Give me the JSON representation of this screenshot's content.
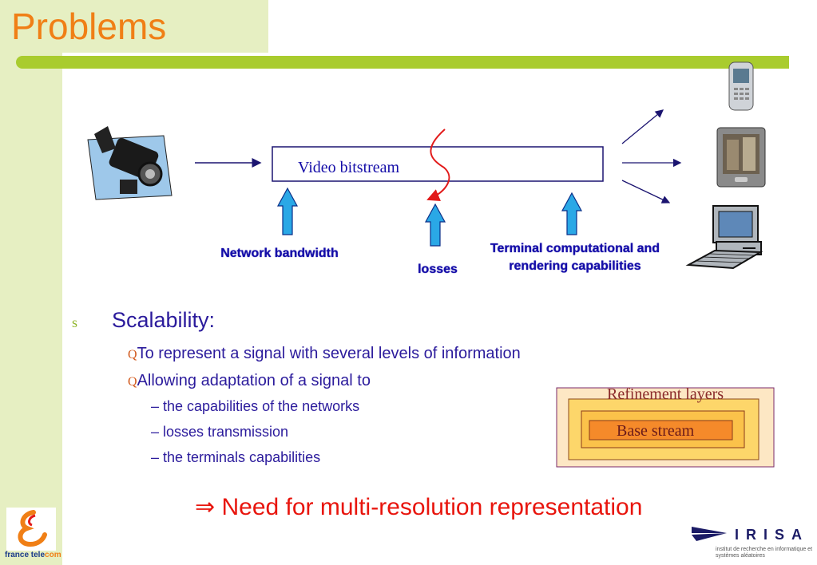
{
  "slide": {
    "title": "Problems"
  },
  "diagram": {
    "bitstream_label": "Video bitstream",
    "labels": {
      "bandwidth": "Network bandwidth",
      "losses": "losses",
      "terminal": "Terminal computational and rendering capabilities"
    },
    "icons": [
      "video-camera-icon",
      "mobile-phone-icon",
      "pda-icon",
      "desktop-computer-icon"
    ]
  },
  "content": {
    "main_bullet_glyph": "s",
    "main_bullet": "Scalability:",
    "sub_bullet_glyph": "Q",
    "sub_items": [
      "To represent a signal with several levels of information",
      "Allowing adaptation of a signal to"
    ],
    "dash_items": [
      "the capabilities of the networks",
      "losses transmission",
      "the terminals capabilities"
    ],
    "conclusion_arrow": "⇒",
    "conclusion": "Need for multi-resolution representation"
  },
  "layers": {
    "refinement": "Refinement layers",
    "base": "Base stream"
  },
  "logos": {
    "france_telecom_a": "france tele",
    "france_telecom_b": "com",
    "irisa": "IRISA",
    "irisa_subtitle": "institut de recherche en informatique et systèmes aléatoires"
  },
  "colors": {
    "title": "#f07f16",
    "accent_green": "#a9cc2e",
    "text_blue": "#2b1b9c",
    "label_blue": "#140da8",
    "conclusion_red": "#e8150d"
  }
}
